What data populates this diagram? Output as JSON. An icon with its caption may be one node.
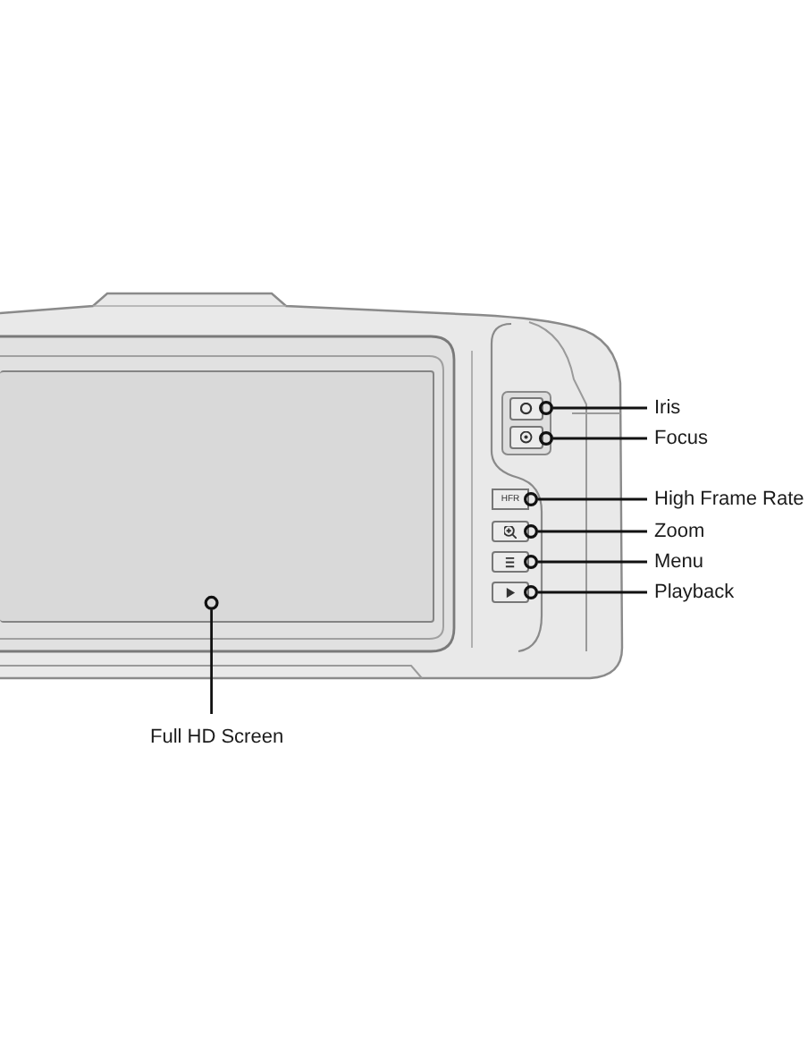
{
  "diagram": {
    "nodes": [
      {
        "text": [],
        "shape": "box"
      },
      {
        "text": [],
        "shape": "box"
      },
      {
        "text": [
          "Iris"
        ]
      },
      {
        "text": [],
        "shape": "box"
      },
      {
        "text": [
          "Focus"
        ]
      },
      {
        "text": [
          "HFR"
        ]
      },
      {
        "text": [
          "High Frame Rate"
        ]
      },
      {
        "text": [],
        "shape": "box"
      },
      {
        "text": [
          "Zoom"
        ]
      },
      {
        "text": [],
        "shape": "box"
      },
      {
        "text": [
          "Menu"
        ]
      },
      {
        "text": [],
        "shape": "box"
      },
      {
        "text": [
          "Playback"
        ]
      },
      {
        "text": [
          "Full HD Screen"
        ]
      }
    ],
    "edges": [
      {
        "from": 2,
        "to": 1,
        "arrow": "other"
      },
      {
        "from": 4,
        "to": 3,
        "arrow": "other"
      },
      {
        "from": 6,
        "to": 5,
        "arrow": "other"
      },
      {
        "from": 8,
        "to": 7,
        "arrow": "other"
      },
      {
        "from": 10,
        "to": 9,
        "arrow": "other"
      },
      {
        "from": 12,
        "to": 11,
        "arrow": "other"
      },
      {
        "from": 13,
        "to": 0,
        "arrow": "other"
      }
    ]
  }
}
